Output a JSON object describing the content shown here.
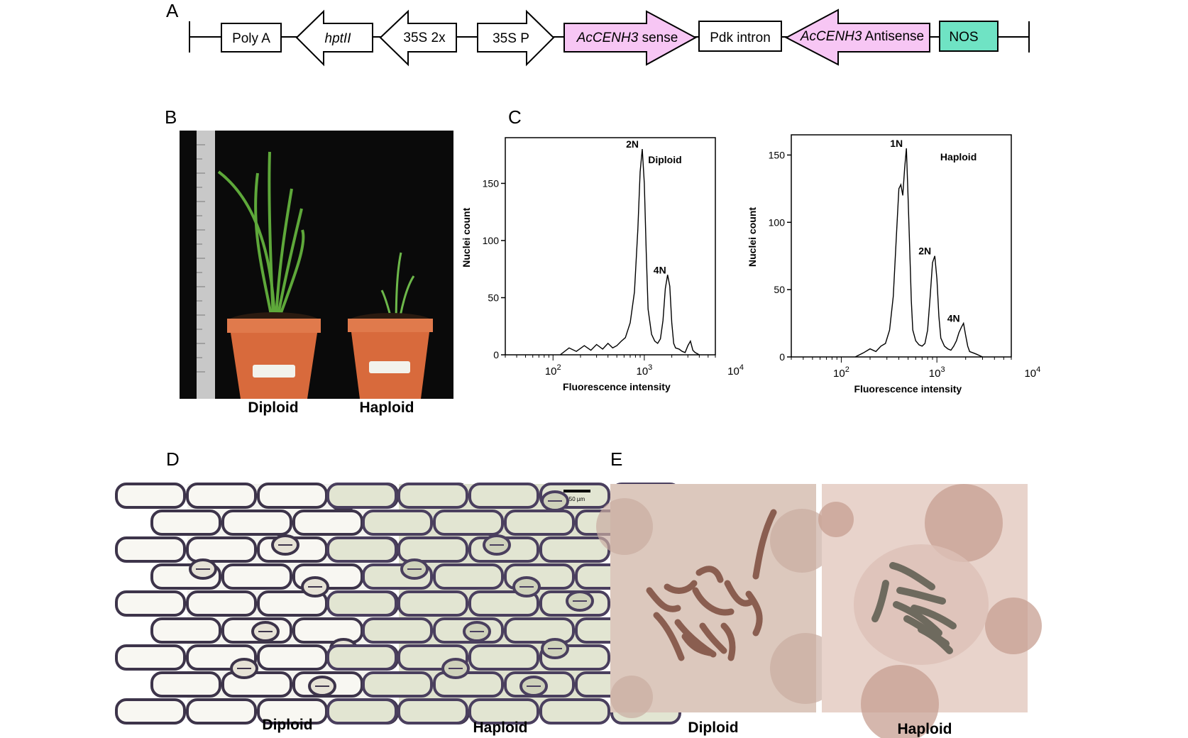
{
  "panels": {
    "a": "A",
    "b": "B",
    "c": "C",
    "d": "D",
    "e": "E"
  },
  "construct": {
    "elements": [
      {
        "label": "Poly A",
        "italic": "",
        "shape": "box"
      },
      {
        "label": "",
        "italic": "hptII",
        "shape": "arrow-left"
      },
      {
        "label": "35S 2x",
        "italic": "",
        "shape": "arrow-left"
      },
      {
        "label": "35S P",
        "italic": "",
        "shape": "arrow-right"
      },
      {
        "label": " sense",
        "italic": "AcCENH3",
        "shape": "arrow-right",
        "color": "#f7c6f4"
      },
      {
        "label": "Pdk intron",
        "italic": "",
        "shape": "box"
      },
      {
        "label": " Antisense",
        "italic": "AcCENH3",
        "shape": "arrow-left",
        "color": "#f7c6f4"
      },
      {
        "label": "NOS",
        "italic": "",
        "shape": "box",
        "color": "#6fe3c4"
      }
    ]
  },
  "plants": {
    "left_label": "Diploid",
    "right_label": "Haploid",
    "pot_tag_left": "Diploid",
    "pot_tag_right": "Haploid"
  },
  "chart_data": [
    {
      "type": "line",
      "legend": "Diploid",
      "xlabel": "Fluorescence intensity",
      "ylabel": "Nuclei count",
      "xscale": "log",
      "xticks": [
        "10^2",
        "10^3",
        "10^4"
      ],
      "yticks": [
        0,
        50,
        100,
        150
      ],
      "ylim": [
        0,
        190
      ],
      "xlim": [
        30,
        6000
      ],
      "peaks": [
        {
          "label": "2N",
          "x": 950,
          "y": 180
        },
        {
          "label": "4N",
          "x": 1900,
          "y": 70
        }
      ],
      "series": [
        {
          "x": [
            120,
            150,
            180,
            220,
            260,
            300,
            350,
            400,
            450,
            500,
            560,
            620,
            700,
            780,
            850,
            900,
            950,
            1000,
            1050,
            1100,
            1200,
            1300,
            1400,
            1500,
            1600,
            1700,
            1800,
            1900,
            2000,
            2100,
            2200,
            2400,
            2600,
            2800,
            3000,
            3200,
            3400,
            3600,
            3800,
            4000
          ],
          "y": [
            0,
            6,
            3,
            8,
            4,
            9,
            5,
            10,
            6,
            8,
            12,
            15,
            28,
            55,
            110,
            160,
            180,
            150,
            90,
            40,
            18,
            12,
            10,
            14,
            30,
            58,
            70,
            60,
            28,
            10,
            6,
            5,
            3,
            2,
            8,
            12,
            4,
            2,
            1,
            0
          ]
        }
      ]
    },
    {
      "type": "line",
      "legend": "Haploid",
      "xlabel": "Fluorescence intensity",
      "ylabel": "Nuclei count",
      "xscale": "log",
      "xticks": [
        "10^2",
        "10^3",
        "10^4"
      ],
      "yticks": [
        0,
        50,
        100,
        150
      ],
      "ylim": [
        0,
        165
      ],
      "xlim": [
        30,
        6000
      ],
      "peaks": [
        {
          "label": "1N",
          "x": 480,
          "y": 155
        },
        {
          "label": "2N",
          "x": 950,
          "y": 75
        },
        {
          "label": "4N",
          "x": 1900,
          "y": 25
        }
      ],
      "series": [
        {
          "x": [
            140,
            170,
            200,
            230,
            260,
            290,
            320,
            350,
            380,
            400,
            420,
            440,
            460,
            480,
            500,
            520,
            540,
            560,
            600,
            650,
            700,
            750,
            800,
            850,
            900,
            950,
            1000,
            1050,
            1100,
            1200,
            1300,
            1400,
            1500,
            1600,
            1700,
            1800,
            1900,
            2000,
            2100,
            2200,
            2400,
            2600,
            2800,
            3000
          ],
          "y": [
            0,
            3,
            6,
            4,
            8,
            10,
            20,
            45,
            95,
            125,
            128,
            120,
            140,
            155,
            118,
            80,
            42,
            20,
            12,
            9,
            8,
            10,
            20,
            45,
            70,
            75,
            58,
            30,
            14,
            8,
            6,
            5,
            8,
            12,
            18,
            22,
            25,
            16,
            8,
            4,
            3,
            2,
            1,
            0
          ]
        }
      ]
    }
  ],
  "stomata": {
    "left_label": "Diploid",
    "right_label": "Haploid",
    "scale": "50 µm"
  },
  "chromosomes": {
    "left_label": "Diploid",
    "right_label": "Haploid"
  }
}
